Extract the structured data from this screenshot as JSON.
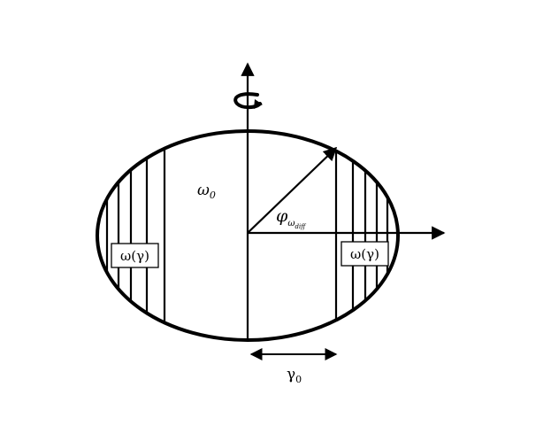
{
  "labels": {
    "omega0_symbol": "ω",
    "omega0_sub": "0",
    "phi_symbol": "φ",
    "phi_sub1": "ω",
    "phi_sub2": "diff",
    "left_box": "ω(γ)",
    "right_box": "ω(γ)",
    "gamma_symbol": "γ",
    "gamma_sub": "0"
  },
  "colors": {
    "stroke": "#000000",
    "background": "#ffffff"
  },
  "icons": {
    "rotation": "rotation-arrow-icon"
  }
}
